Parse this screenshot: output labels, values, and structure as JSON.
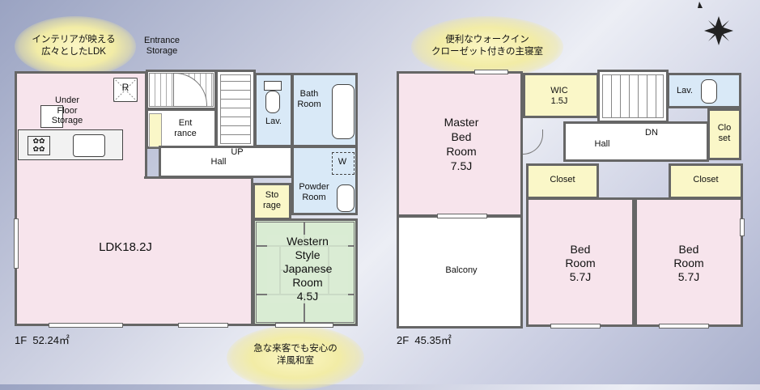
{
  "colors": {
    "ldk": "#f7e4ec",
    "wet": "#d9e9f7",
    "storage": "#faf7c8",
    "japanese": "#d9ecd3",
    "walls": "#555555",
    "callout": "#f2eca6"
  },
  "icons": [
    "compass-icon",
    "door-swing-icon",
    "window-icon",
    "sink-icon",
    "stove-icon",
    "toilet-icon",
    "bathtub-icon",
    "washer-icon"
  ],
  "callouts": {
    "ldk": "インテリアが映える\n広々としたLDK",
    "japanese": "急な来客でも安心の\n洋風和室",
    "master": "便利なウォークイン\nクローゼット付きの主寝室"
  },
  "floor1": {
    "area": "1F  52.24㎡",
    "rooms": {
      "ldk": "LDK18.2J",
      "under_floor": "Under\nFloor\nStorage",
      "r_mark": "R",
      "entrance_storage": "Entrance\nStorage",
      "entrance": "Ent\nrance",
      "hall": "Hall",
      "up": "UP",
      "lav": "Lav.",
      "bath": "Bath\nRoom",
      "powder": "Powder\nRoom",
      "washer": "W",
      "storage": "Sto\nrage",
      "japanese": "Western\nStyle\nJapanese\nRoom\n4.5J"
    }
  },
  "floor2": {
    "area": "2F  45.35㎡",
    "rooms": {
      "master": "Master\nBed\nRoom\n7.5J",
      "wic": "WIC\n1.5J",
      "hall": "Hall",
      "dn": "DN",
      "lav": "Lav.",
      "closet_side": "Clo\nset",
      "closet1": "Closet",
      "closet2": "Closet",
      "balcony": "Balcony",
      "bed1": "Bed\nRoom\n5.7J",
      "bed2": "Bed\nRoom\n5.7J"
    }
  }
}
